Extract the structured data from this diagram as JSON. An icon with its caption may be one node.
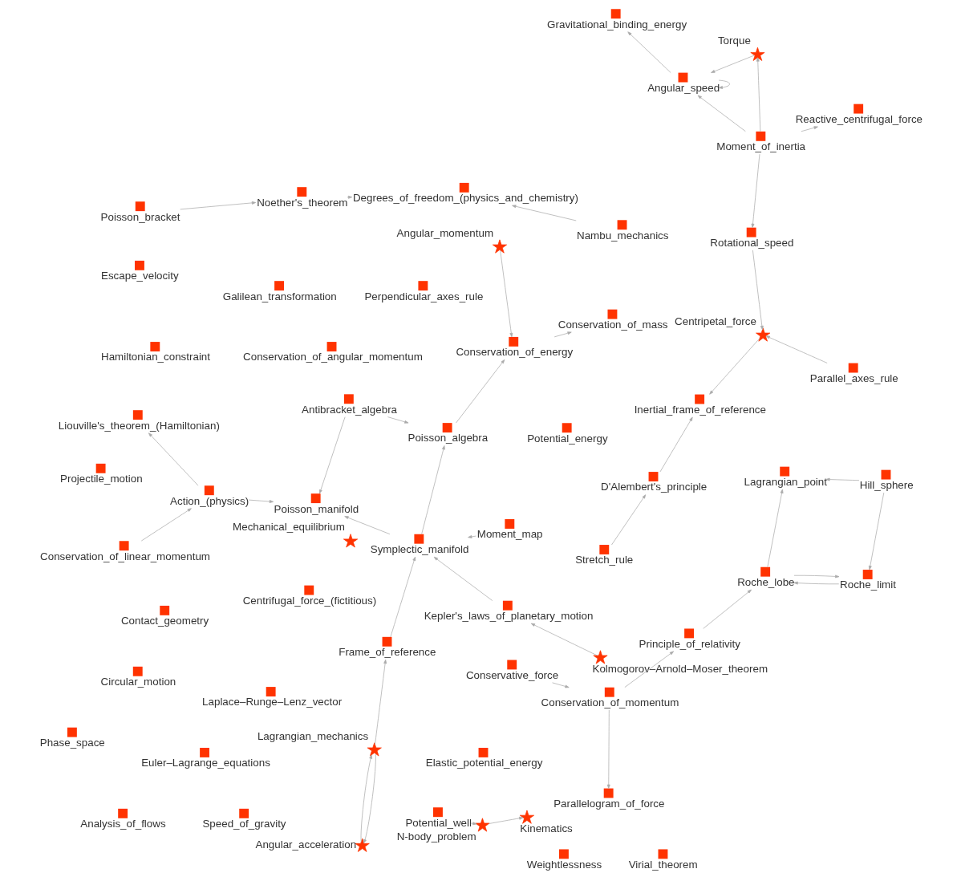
{
  "diagram": {
    "nodes": [
      {
        "text": [
          "Gravitational_binding_energy"
        ]
      },
      {
        "text": [
          "Angular_speed"
        ]
      },
      {
        "text": [
          "Poisson_manifold"
        ]
      },
      {
        "text": [
          "Liouville's_theorem_(Hamiltonian)"
        ]
      },
      {
        "text": [
          "Conservation_of_linear_momentum"
        ]
      },
      {
        "text": [
          "Action_(physics)"
        ]
      },
      {
        "text": [
          "Torque"
        ]
      },
      {
        "text": [
          "Moment_of_inertia"
        ]
      },
      {
        "text": [
          "Potential_energy"
        ]
      },
      {
        "text": [
          "Antibracket_algebra"
        ]
      },
      {
        "text": [
          "Euler–Lagrange_equations"
        ]
      },
      {
        "text": [
          "Perpendicular_axes_rule"
        ]
      },
      {
        "text": [
          "Contact_geometry"
        ]
      },
      {
        "text": [
          "Reactive_centrifugal_force"
        ]
      },
      {
        "text": [
          "Escape_velocity"
        ]
      },
      {
        "text": [
          "Symplectic_manifold"
        ]
      },
      {
        "text": [
          "Angular_acceleration"
        ]
      },
      {
        "text": [
          "Lagrangian_mechanics"
        ]
      },
      {
        "text": [
          "Frame_of_reference"
        ]
      },
      {
        "text": [
          "Kolmogorov–Arnold–Moser_theorem"
        ]
      },
      {
        "text": [
          "Kepler's_laws_of_planetary_motion"
        ]
      },
      {
        "text": [
          "Elastic_potential_energy"
        ]
      },
      {
        "text": [
          "Rotational_speed"
        ]
      },
      {
        "text": [
          "Galilean_transformation"
        ]
      },
      {
        "text": [
          "Hamiltonian_constraint"
        ]
      },
      {
        "text": [
          "Virial_theorem"
        ]
      },
      {
        "text": [
          "Poisson_bracket"
        ]
      },
      {
        "text": [
          "Laplace–Runge–Lenz_vector"
        ]
      },
      {
        "text": [
          "Noether's_theorem"
        ]
      },
      {
        "text": [
          "Potential_well"
        ]
      },
      {
        "text": [
          "Nambu_mechanics"
        ]
      },
      {
        "text": [
          "Kinematics"
        ]
      },
      {
        "text": [
          "N-body_problem"
        ]
      },
      {
        "text": [
          "Conservation_of_angular_momentum"
        ]
      },
      {
        "text": [
          "Circular_motion"
        ]
      },
      {
        "text": [
          "Degrees_of_freedom_(physics_and_chemistry)"
        ]
      },
      {
        "text": [
          "Analysis_of_flows"
        ]
      },
      {
        "text": [
          "Centripetal_force"
        ]
      },
      {
        "text": [
          "Centrifugal_force_(fictitious)"
        ]
      },
      {
        "text": [
          "Mechanical_equilibrium"
        ]
      },
      {
        "text": [
          "Parallel_axes_rule"
        ]
      },
      {
        "text": [
          "Stretch_rule"
        ]
      },
      {
        "text": [
          "Angular_momentum"
        ]
      },
      {
        "text": [
          "Conservation_of_energy"
        ]
      },
      {
        "text": [
          "Speed_of_gravity"
        ]
      },
      {
        "text": [
          "Poisson_algebra"
        ]
      },
      {
        "text": [
          "Conservative_force"
        ]
      },
      {
        "text": [
          "Phase_space"
        ]
      },
      {
        "text": [
          "Conservation_of_mass"
        ]
      },
      {
        "text": [
          "Hill_sphere"
        ]
      },
      {
        "text": [
          "Inertial_frame_of_reference"
        ]
      },
      {
        "text": [
          "D'Alembert's_principle"
        ]
      },
      {
        "text": [
          "Projectile_motion"
        ]
      },
      {
        "text": [
          "Weightlessness"
        ]
      },
      {
        "text": [
          "Conservation_of_momentum"
        ]
      },
      {
        "text": [
          "Moment_map"
        ]
      },
      {
        "text": [
          "Lagrangian_point"
        ]
      },
      {
        "text": [
          "Principle_of_relativity"
        ]
      },
      {
        "text": [
          "Roche_lobe"
        ]
      },
      {
        "text": [
          "Parallelogram_of_force"
        ]
      },
      {
        "text": [
          "Roche_limit"
        ]
      }
    ],
    "edges": [
      {
        "from": 1,
        "to": 1,
        "arrow": "to"
      },
      {
        "from": 1,
        "to": 0,
        "arrow": "to"
      },
      {
        "from": 9,
        "to": 2,
        "arrow": "to"
      },
      {
        "from": 9,
        "to": 45,
        "arrow": "to"
      },
      {
        "from": 15,
        "to": 45,
        "arrow": "to"
      },
      {
        "from": 5,
        "to": 2,
        "arrow": "to"
      },
      {
        "from": 15,
        "to": 2,
        "arrow": "to"
      },
      {
        "from": 5,
        "to": 3,
        "arrow": "to"
      },
      {
        "from": 4,
        "to": 5,
        "arrow": "to"
      },
      {
        "from": 7,
        "to": 6,
        "arrow": "to"
      },
      {
        "from": 7,
        "to": 1,
        "arrow": "to"
      },
      {
        "from": 7,
        "to": 13,
        "arrow": "to"
      },
      {
        "from": 7,
        "to": 22,
        "arrow": "to"
      },
      {
        "from": 6,
        "to": 1,
        "arrow": "to"
      },
      {
        "from": 16,
        "to": 17,
        "arrow": "to"
      },
      {
        "from": 17,
        "to": 16,
        "arrow": "to"
      },
      {
        "from": 17,
        "to": 18,
        "arrow": "to"
      },
      {
        "from": 19,
        "to": 20,
        "arrow": "to"
      },
      {
        "from": 20,
        "to": 15,
        "arrow": "to"
      },
      {
        "from": 18,
        "to": 15,
        "arrow": "to"
      },
      {
        "from": 22,
        "to": 37,
        "arrow": "to"
      },
      {
        "from": 37,
        "to": 50,
        "arrow": "to"
      },
      {
        "from": 32,
        "to": 31,
        "arrow": "to"
      },
      {
        "from": 29,
        "to": 32,
        "arrow": "to"
      },
      {
        "from": 26,
        "to": 28,
        "arrow": "to"
      },
      {
        "from": 28,
        "to": 35,
        "arrow": "to"
      },
      {
        "from": 30,
        "to": 35,
        "arrow": "to"
      },
      {
        "from": 42,
        "to": 43,
        "arrow": "to"
      },
      {
        "from": 45,
        "to": 43,
        "arrow": "to"
      },
      {
        "from": 43,
        "to": 48,
        "arrow": "to"
      },
      {
        "from": 41,
        "to": 51,
        "arrow": "to"
      },
      {
        "from": 51,
        "to": 50,
        "arrow": "to"
      },
      {
        "from": 55,
        "to": 15,
        "arrow": "to"
      },
      {
        "from": 40,
        "to": 37,
        "arrow": "to"
      },
      {
        "from": 58,
        "to": 60,
        "arrow": "to"
      },
      {
        "from": 60,
        "to": 58,
        "arrow": "to"
      },
      {
        "from": 49,
        "to": 60,
        "arrow": "to"
      },
      {
        "from": 58,
        "to": 56,
        "arrow": "to"
      },
      {
        "from": 57,
        "to": 58,
        "arrow": "to"
      },
      {
        "from": 54,
        "to": 59,
        "arrow": "to"
      },
      {
        "from": 49,
        "to": 56,
        "arrow": "to"
      },
      {
        "from": 54,
        "to": 57,
        "arrow": "to"
      },
      {
        "from": 46,
        "to": 54,
        "arrow": "to"
      }
    ]
  }
}
